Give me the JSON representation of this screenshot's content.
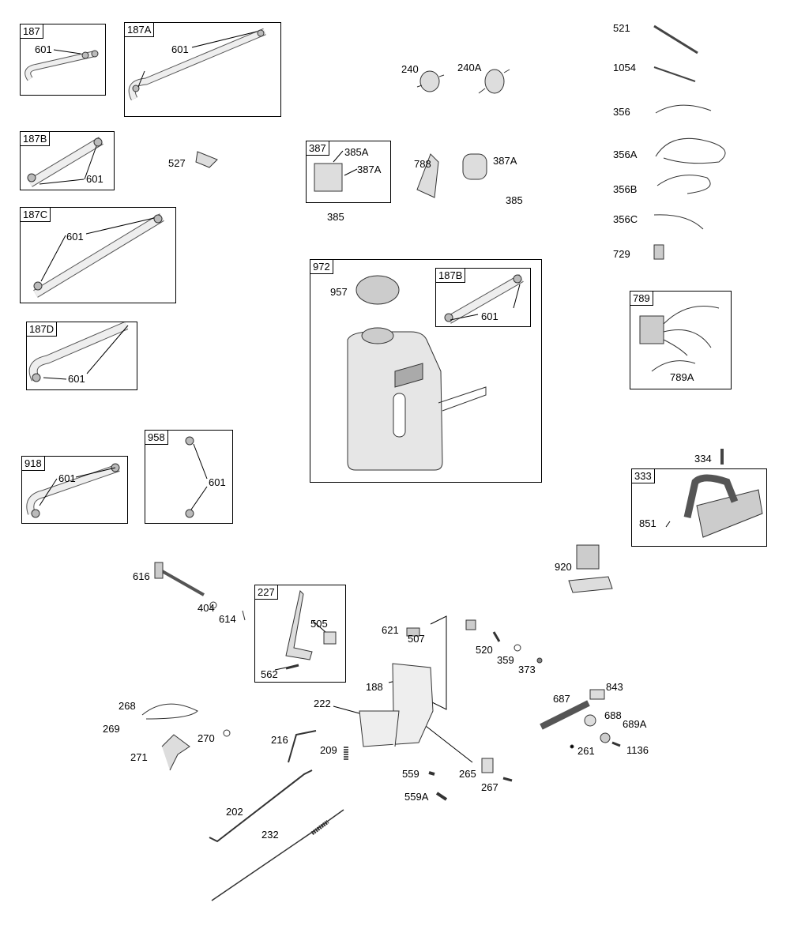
{
  "kit_boxes": [
    "187",
    "187A",
    "187B",
    "187C",
    "187D",
    "918",
    "958",
    "387",
    "972",
    "187B",
    "789",
    "333",
    "227"
  ],
  "part_numbers": {
    "p601": "601",
    "p240": "240",
    "p240A": "240A",
    "p521": "521",
    "p1054": "1054",
    "p356": "356",
    "p356A": "356A",
    "p356B": "356B",
    "p356C": "356C",
    "p729": "729",
    "p527": "527",
    "p385A": "385A",
    "p387A": "387A",
    "p788": "788",
    "p385": "385",
    "p957": "957",
    "p789A": "789A",
    "p334": "334",
    "p851": "851",
    "p920": "920",
    "p616": "616",
    "p404": "404",
    "p614": "614",
    "p505": "505",
    "p562": "562",
    "p621": "621",
    "p507": "507",
    "p520": "520",
    "p359": "359",
    "p373": "373",
    "p188": "188",
    "p222": "222",
    "p843": "843",
    "p687": "687",
    "p688": "688",
    "p689A": "689A",
    "p261": "261",
    "p1136": "1136",
    "p268": "268",
    "p269": "269",
    "p270": "270",
    "p271": "271",
    "p216": "216",
    "p209": "209",
    "p559": "559",
    "p265": "265",
    "p267": "267",
    "p559A": "559A",
    "p202": "202",
    "p232": "232"
  }
}
